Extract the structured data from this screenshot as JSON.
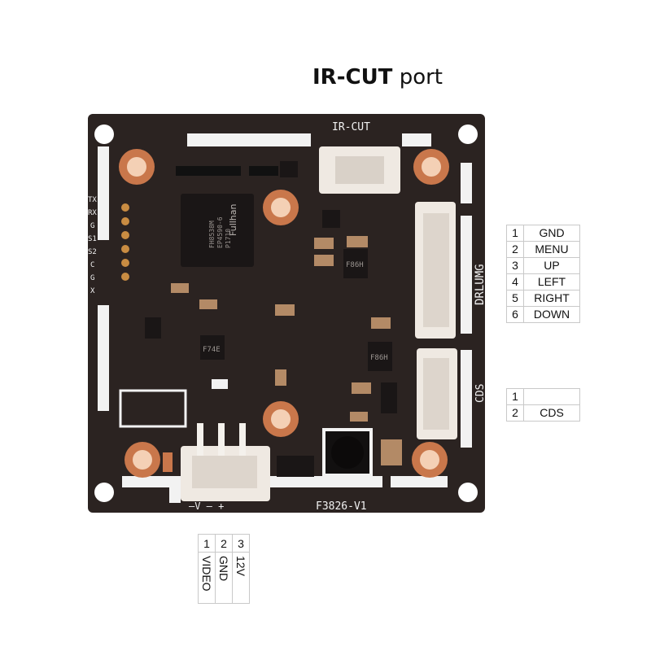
{
  "title": {
    "bold": "IR-CUT",
    "rest": "port"
  },
  "board": {
    "silk_ircut": "IR-CUT",
    "silk_model": "F3826-V1",
    "silk_drlumg": "DRLUMG",
    "silk_cds": "CDS",
    "silk_left_pins": [
      "TX",
      "RX",
      "G",
      "S1",
      "S2",
      "C",
      "G",
      "X"
    ],
    "silk_power": "—V — +",
    "chip_brand": "Fullhan",
    "chip_lines": [
      "FH8538M",
      "EP4590-6",
      "P1710"
    ],
    "small_chip_labels": [
      "F86H",
      "F86H",
      "F74E"
    ],
    "colors": {
      "pcb": "#2b2321",
      "pad": "#c9774b",
      "silk": "#f2f2f2",
      "connector": "#efe9e2"
    }
  },
  "drlumg_table": {
    "rows": [
      {
        "num": "1",
        "label": "GND"
      },
      {
        "num": "2",
        "label": "MENU"
      },
      {
        "num": "3",
        "label": "UP"
      },
      {
        "num": "4",
        "label": "LEFT"
      },
      {
        "num": "5",
        "label": "RIGHT"
      },
      {
        "num": "6",
        "label": "DOWN"
      }
    ]
  },
  "cds_table": {
    "rows": [
      {
        "num": "1",
        "label": ""
      },
      {
        "num": "2",
        "label": "CDS"
      }
    ]
  },
  "video_table": {
    "nums": [
      "1",
      "2",
      "3"
    ],
    "labels": [
      "VIDEO",
      "GND",
      "12V"
    ]
  }
}
